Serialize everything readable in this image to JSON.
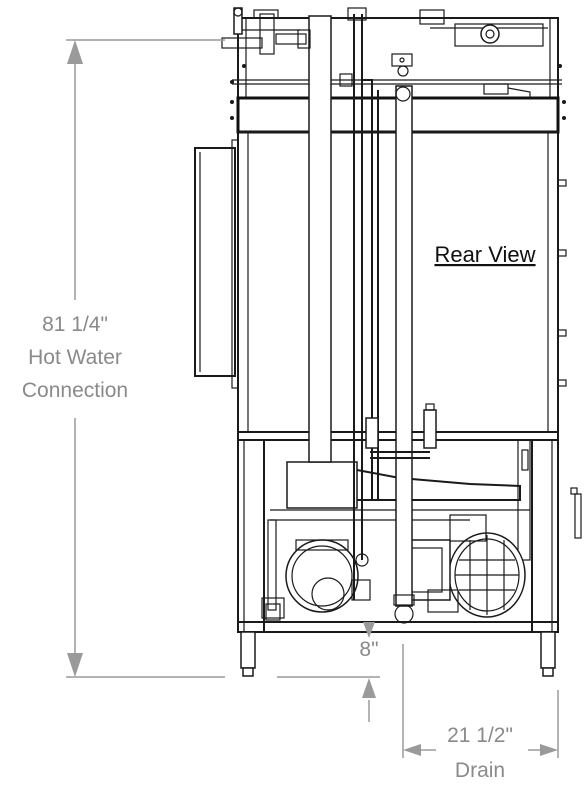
{
  "view_label": "Rear View",
  "dimensions": {
    "height": {
      "line1": "81 1/4\"",
      "line2": "Hot Water",
      "line3": "Connection"
    },
    "drain_height": "8\"",
    "drain_offset": {
      "line1": "21 1/2\"",
      "line2": "Drain"
    }
  },
  "colors": {
    "linework": "#1a1a1a",
    "dimension": "#9a9a9a",
    "dimension_text": "#8a8a8a"
  }
}
